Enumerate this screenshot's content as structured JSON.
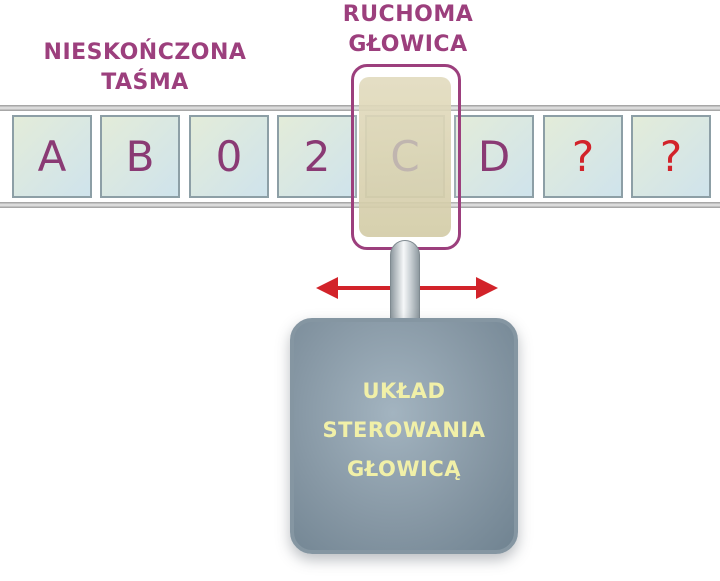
{
  "labels": {
    "tape": [
      "NIESKOŃCZONA",
      "TAŚMA"
    ],
    "head": [
      "RUCHOMA",
      "GŁOWICA"
    ]
  },
  "tape": {
    "cells": [
      "A",
      "B",
      "0",
      "2",
      "C",
      "D",
      "?",
      "?"
    ],
    "head_position_index": 4
  },
  "control_unit": {
    "lines": [
      "UKŁAD",
      "STEROWANIA",
      "GŁOWICĄ"
    ]
  },
  "colors": {
    "label": "#9c3f7d",
    "cell_text": "#8a3a74",
    "unknown_text": "#d2232a",
    "arrow": "#d2232a",
    "control_box": "#8596a2",
    "control_text": "#f1f0a8"
  },
  "icons": {
    "arrow": "double-headed-horizontal-arrow"
  }
}
